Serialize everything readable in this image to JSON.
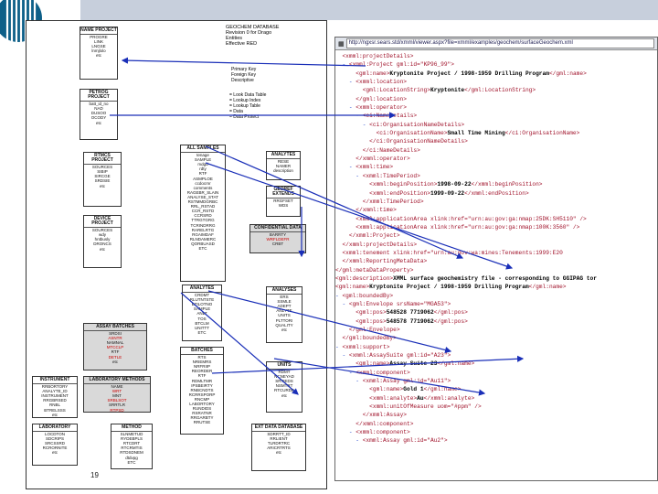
{
  "page_number": "19",
  "colors": {
    "arrow": "#1a2fb8",
    "band": "#c7cfdc",
    "xml_tag": "#a0122a",
    "xml_marker": "#2a4dd0"
  },
  "diagram": {
    "header_lines": [
      "GEOCHEM DATABASE",
      "Revision 0 for Drago",
      "Entities",
      "Effective RED"
    ],
    "legend": [
      "Primary Key",
      "Foreign Key",
      "Descriptive"
    ],
    "legend2": [
      "= Look Data Table",
      "= Lookup Index",
      "= Lookup Table",
      "= Data",
      "= Data Protect"
    ],
    "boxes": [
      {
        "id": "box-name-project",
        "title": "NAME PROJECT",
        "items": [
          "PROGRE",
          "LINK",
          "LNGSE",
          "lnmjlolo",
          "etc"
        ]
      },
      {
        "id": "box-petrog",
        "title": "PETROG PROJECT",
        "items": [
          "batt_id_no",
          "NAD",
          "DUSOO",
          "OCODY",
          "etc"
        ]
      },
      {
        "id": "box-rtmcs",
        "title": "RTMCS PROJECT",
        "items": [
          "SOURCES",
          "SIBIP",
          "SIRCGE",
          "SRDSIE",
          "etc"
        ]
      },
      {
        "id": "box-device",
        "title": "DEVICE PROJECT",
        "items": [
          "SOURCES",
          "wdy",
          "hntbusly",
          "DRONCS",
          "etc"
        ]
      },
      {
        "id": "box-all-samples",
        "title": "ALL SAMPLES",
        "items": [
          "tenage",
          "SAMPLE",
          "mdgd",
          "rdty",
          "RTF",
          "ASMPLOE",
          "ccdocrnr",
          "comments",
          "RAGEBR_SLAIN",
          "ANALYSE_STAT",
          "RSTMMDGRBC",
          "RRL_RSTAD",
          "CCR_RSTD",
          "CCRSRD",
          "TTRGTGRG",
          "TCRINDRRG",
          "RARELRTG",
          "RGAIMDAF",
          "RLNDAMERC",
          "QORBUASD",
          "ETC"
        ]
      },
      {
        "id": "box-analytes-top",
        "title": "ANALYTES",
        "items": [
          "RESE",
          "NAMER",
          "description"
        ]
      },
      {
        "id": "box-geo-extends",
        "title": "GEOREF EXTENDS",
        "items": [
          "RRGFSET",
          "WDS"
        ]
      },
      {
        "id": "box-confidential",
        "title": "CONFIDENTIAL DATA",
        "items": [
          "BARRTY",
          "WRFLDEFR",
          "CRBT"
        ]
      },
      {
        "id": "box-analytes-mid",
        "title": "ANALYTES",
        "items": [
          "CRDMT",
          "RLUTNTSTE",
          "BTILOTNO",
          "SAMPLE",
          "ANLT",
          "TOS",
          "BTCLM",
          "UNITTT",
          "ETC"
        ]
      },
      {
        "id": "box-analysis",
        "title": "ANALYSES",
        "items": [
          "ERS",
          "SSMLE",
          "ADEPT",
          "ANLYTE",
          "UNITS",
          "PLTTORI",
          "QUALITY",
          "etc"
        ]
      },
      {
        "id": "box-assay",
        "title": "ASSAY BATCHES",
        "items": [
          "SRDSI",
          "ASNTR",
          "NAMNAL",
          "MTCCLP",
          "RTF",
          "DETLE",
          "etc"
        ]
      },
      {
        "id": "box-batches",
        "title": "BATCHES",
        "items": [
          "RTS",
          "NRIEMRS",
          "NRFRIIP",
          "REORDER",
          "RTF",
          "RDMLTMR",
          "IPSBEIRTY",
          "RNBCNDTS",
          "RCRRSPORP",
          "RNCMP",
          "LABORTORY",
          "RUNDIDS",
          "RSRATNR",
          "RRGARBTY",
          "RRUTSE"
        ]
      },
      {
        "id": "box-units",
        "title": "UNITS",
        "items": [
          "RDMT",
          "NCNEYAD",
          "SRTIEDS",
          "NSMTRT",
          "RTCURDE",
          "etc"
        ]
      },
      {
        "id": "box-lab-meths",
        "title": "LABORATORY METHODS",
        "items": [
          "NAME",
          "WRT",
          "MNT",
          "SRBLSOT",
          "SRRTLR",
          "RTPSD",
          "ABBTD",
          "rtlpc",
          "BRSMRR"
        ]
      },
      {
        "id": "box-instrument",
        "title": "INSTRUMENT",
        "items": [
          "RRBORTORY",
          "ANALYTE_ID",
          "INSTRUMENT",
          "RRGBRSED",
          "RNBL",
          "BTRELSSS",
          "etc"
        ]
      },
      {
        "id": "box-method",
        "title": "METHOD",
        "items": [
          "SLNMETUD",
          "RYDEBPLS",
          "RTCDRT",
          "RTCRMTIS",
          "RTDSDNEM",
          "dtdvpg",
          "ETC"
        ]
      },
      {
        "id": "box-laboratory",
        "title": "LABORATORY",
        "items": [
          "LOCDTON",
          "SDCRIPS",
          "SRCSSRD",
          "RCRORNITE",
          "etc"
        ]
      },
      {
        "id": "box-ext-database",
        "title": "EXT DATA DATABASE",
        "items": [
          "SDRRTT_ID",
          "RRLIENT",
          "TLRDRTRC",
          "ARICRTRTS",
          "etc"
        ]
      }
    ]
  },
  "browser": {
    "url": "http://ngxsr.sears.std/xmml/viewer.aspx?file=xmml/examples/geochem/surfaceGeochem.xml",
    "xml_lines": [
      "  <xmml:projectDetails>",
      "  - <xmml:Project gml:id=\"KP96_99\">",
      "      <gml:name>Kryptonite Project / 1998-1959 Drilling Program</gml:name>",
      "    - <xmml:location>",
      "        <gml:LocationString>Kryptonite</gml:LocationString>",
      "      </gml:location>",
      "    - <xmml:operator>",
      "      - <ci:NameDetails>",
      "        - <ci:OrganisationNameDetails>",
      "            <ci:OrganisationName>Small Time Mining</ci:OrganisationName>",
      "          </ci:OrganisationNameDetails>",
      "        </ci:NameDetails>",
      "      </xmml:operator>",
      "    - <xmml:time>",
      "      - <xmml:TimePeriod>",
      "          <xmml:beginPosition>1998-09-22</xmml:beginPosition>",
      "          <xmml:endPosition>1999-09-22</xmml:endPosition>",
      "        </xmml:TimePeriod>",
      "      </xmml:time>",
      "      <xmml:applicationArea xlink:href=\"urn:au:gov:ga:nmap:25DK:SH5110\" />",
      "      <xmml:applicationArea xlink:href=\"urn:au:gov:ga:nmap:100K:3560\" />",
      "    </xmml:Project>",
      "  </xmml:projectDetails>",
      "  <xmml:tenement xlink:href=\"urn:au:gov:wa:mines:Tenements:1999:E20",
      "  </xmml:ReportingMetaData>",
      "</gml:metaDataProperty>",
      "<gml:description>XMML surface geochemistry file - corresponding to GGIPAG tor",
      "<gml:name>Kryptonite Project / 1998-1959 Drilling Program</gml:name>",
      "- <gml:boundedBy>",
      "  - <gml:Envelope srsName=\"MGA53\">",
      "      <gml:pos>548528 7719062</gml:pos>",
      "      <gml:pos>548578 7719062</gml:pos>",
      "    </gml:Envelope>",
      "  </gml:boundedBy>",
      "- <xmml:support>",
      "  - <xmml:AssaySuite gml:id=\"A23\">",
      "      <gml:name>Assay Suite 23</gml:name>",
      "    - <xmml:component>",
      "      - <xmml:Assay gml:id=\"Au11\">",
      "          <gml:name>Gold 1</gml:name>",
      "          <xmml:analyte>Au</xmml:analyte>",
      "          <xmml:unitOfMeasure uom=\"#ppm\" />",
      "        </xmml:Assay>",
      "      </xmml:component>",
      "    - <xmml:component>",
      "      - <xmml:Assay gml:id=\"Au2\">"
    ]
  }
}
